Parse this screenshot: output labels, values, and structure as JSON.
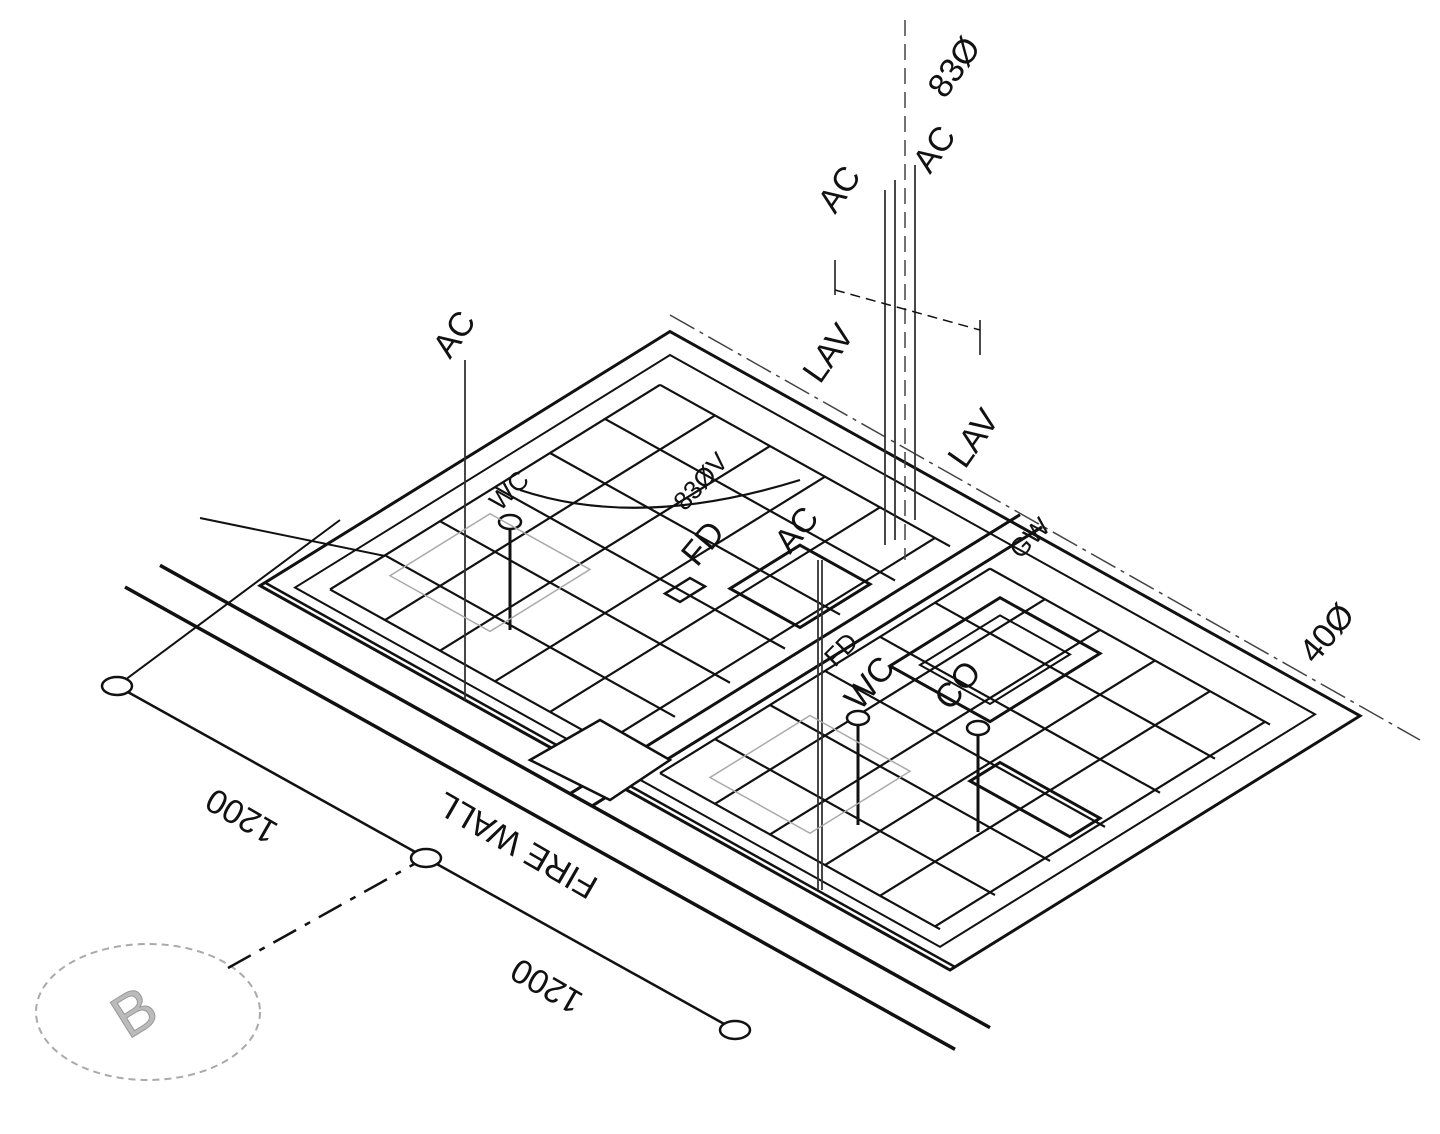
{
  "labels": {
    "top_pipe": "83Ø",
    "stack_ac_left": "AC",
    "stack_ac_right": "AC",
    "riser_ac_left": "AC",
    "lav_1": "LAV",
    "lav_2": "LAV",
    "wc_left": "WC",
    "vent": "83ØV",
    "fd_1": "FD",
    "ac_floor": "AC",
    "gw": "GW",
    "fd_2": "FD",
    "wc_right": "WC",
    "co": "CO",
    "pipe_40": "40Ø",
    "fire_wall": "FIRE WALL",
    "dim_1": "1200",
    "dim_2": "1200",
    "grid_ref": "B"
  },
  "colors": {
    "line": "#111111",
    "faint": "#9a9a9a",
    "grid_bubble": "#aaaaaa"
  }
}
